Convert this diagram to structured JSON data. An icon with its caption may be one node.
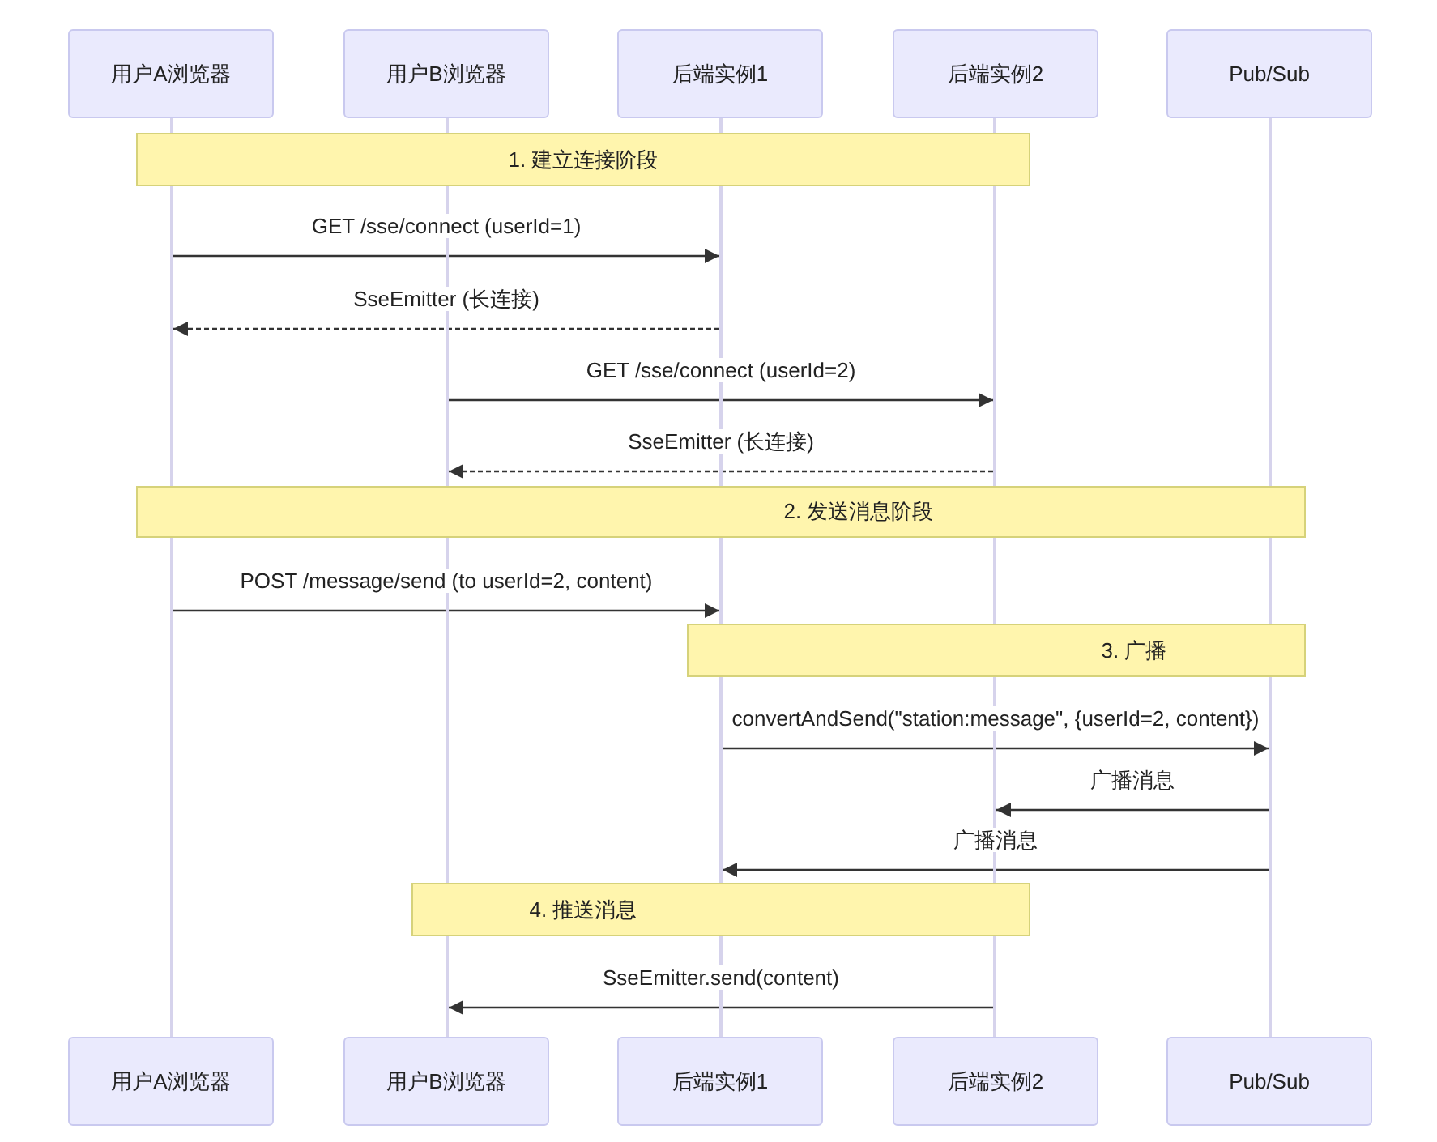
{
  "diagram": {
    "nodes": [
      {
        "text": [
          "用户A浏览器"
        ]
      },
      {
        "text": [
          "用户B浏览器"
        ]
      },
      {
        "text": [
          "后端实例1"
        ]
      },
      {
        "text": [
          "后端实例2"
        ]
      },
      {
        "text": [
          "Pub/Sub"
        ]
      },
      {
        "text": [
          "1. 建立连接阶段"
        ]
      },
      {
        "text": [
          "2. 发送消息阶段"
        ]
      },
      {
        "text": [
          "3. 广播"
        ]
      },
      {
        "text": [
          "4. 推送消息"
        ]
      },
      {
        "text": [
          "用户A浏览器"
        ]
      },
      {
        "text": [
          "用户B浏览器"
        ]
      },
      {
        "text": [
          "后端实例1"
        ]
      },
      {
        "text": [
          "后端实例2"
        ]
      },
      {
        "text": [
          "Pub/Sub"
        ]
      },
      {
        "text": [],
        "shape": "bar"
      },
      {
        "text": [],
        "shape": "bar"
      },
      {
        "text": [],
        "shape": "bar"
      },
      {
        "text": [],
        "shape": "bar"
      },
      {
        "text": [],
        "shape": "bar"
      }
    ],
    "edges": [
      {
        "from": 14,
        "to": 16,
        "arrow": "to",
        "label": "GET /sse/connect (userId=1)"
      },
      {
        "from": 16,
        "to": 14,
        "arrow": "to",
        "style": "dashed",
        "label": "SseEmitter (长连接)"
      },
      {
        "from": 15,
        "to": 17,
        "arrow": "to",
        "label": "GET /sse/connect (userId=2)"
      },
      {
        "from": 17,
        "to": 15,
        "arrow": "to",
        "style": "dashed",
        "label": "SseEmitter (长连接)"
      },
      {
        "from": 14,
        "to": 16,
        "arrow": "to",
        "label": "POST /message/send (to userId=2, content)"
      },
      {
        "from": 16,
        "to": 18,
        "arrow": "to",
        "label": "convertAndSend(\"station:message\", {userId=2, content})"
      },
      {
        "from": 18,
        "to": 17,
        "arrow": "to",
        "label": "广播消息"
      },
      {
        "from": 18,
        "to": 16,
        "arrow": "to",
        "label": "广播消息"
      },
      {
        "from": 17,
        "to": 15,
        "arrow": "to",
        "label": "SseEmitter.send(content)"
      }
    ]
  }
}
